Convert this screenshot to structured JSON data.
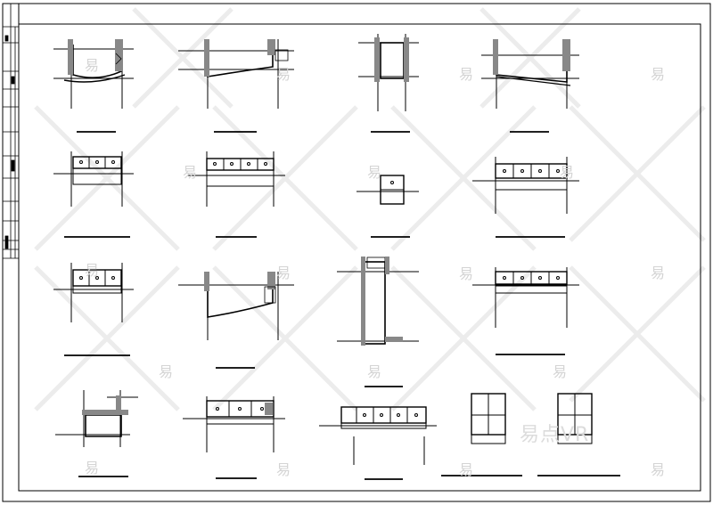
{
  "watermark": {
    "glyph": "易",
    "wordmark": "易点VR"
  },
  "colors": {
    "line": "#000000",
    "hatch": "#555555",
    "watermark": "#d4d4d4",
    "background": "#ffffff"
  },
  "details": [
    {
      "kind": "curve-left"
    },
    {
      "kind": "curve-right"
    },
    {
      "kind": "tall-narrow"
    },
    {
      "kind": "curve-wide"
    },
    {
      "kind": "panel-3"
    },
    {
      "kind": "panel-4"
    },
    {
      "kind": "small-box"
    },
    {
      "kind": "panel-4"
    },
    {
      "kind": "panel-3"
    },
    {
      "kind": "curve-right"
    },
    {
      "kind": "tall-deep"
    },
    {
      "kind": "panel-4"
    },
    {
      "kind": "corner"
    },
    {
      "kind": "panel-3"
    },
    {
      "kind": "panel-4"
    },
    {
      "kind": "elevation-pair"
    }
  ]
}
